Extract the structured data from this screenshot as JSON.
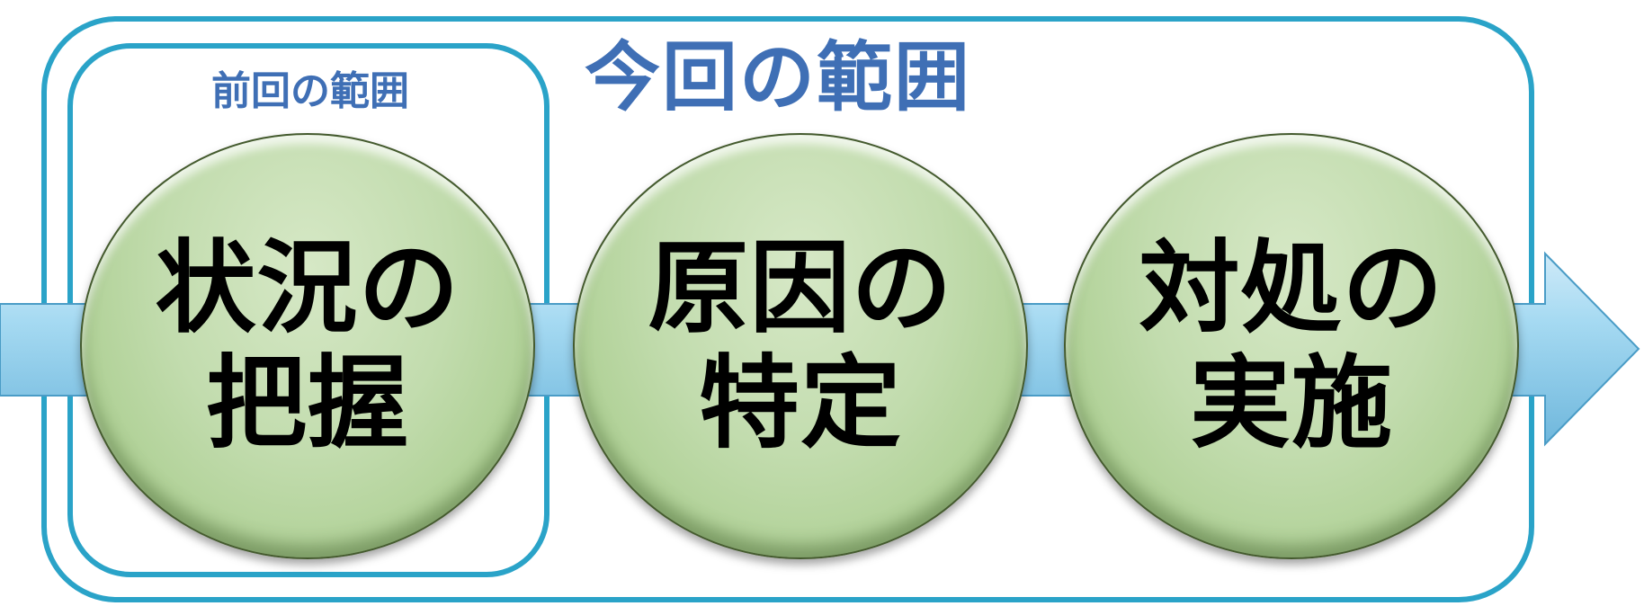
{
  "scope": {
    "current_label": "今回の範囲",
    "previous_label": "前回の範囲"
  },
  "steps": [
    {
      "line1": "状況の",
      "line2": "把握"
    },
    {
      "line1": "原因の",
      "line2": "特定"
    },
    {
      "line1": "対処の",
      "line2": "実施"
    }
  ],
  "colors": {
    "frame": "#2aa3c8",
    "label": "#3f6fb5",
    "arrow_fill": "#9ad3ee",
    "circle_fill": "#c2dcae"
  }
}
